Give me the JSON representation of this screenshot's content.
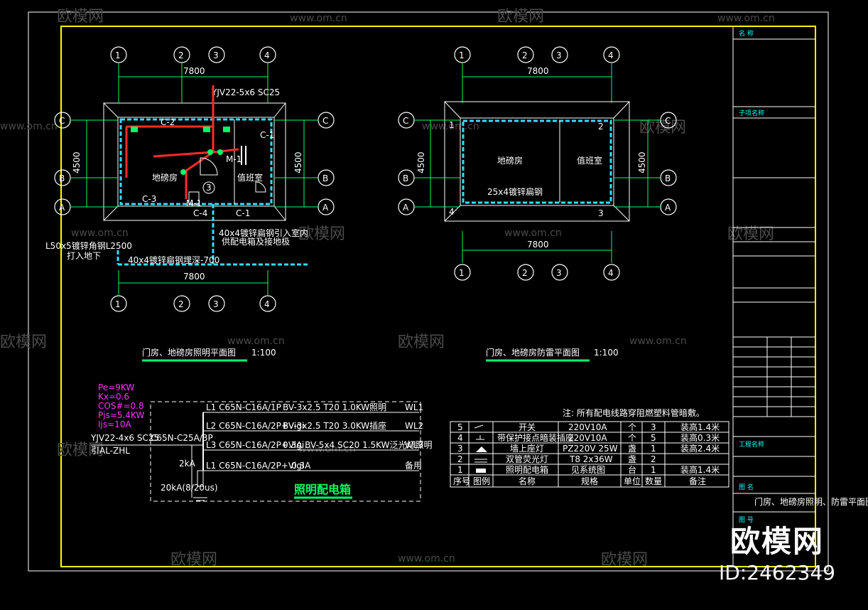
{
  "watermark": {
    "brand": "欧模网",
    "site": "www.om.cn"
  },
  "badge": {
    "logo": "欧模网",
    "id": "ID:2462349"
  },
  "axes": {
    "n1": "1",
    "n2": "2",
    "n3": "3",
    "n4": "4",
    "a": "A",
    "b": "B",
    "c": "C"
  },
  "lighting": {
    "title": "门房、地磅房照明平面图",
    "scale": "1:100",
    "dim_top": "7800",
    "dim_bottom": "7800",
    "dim_left": "4500",
    "dim_right": "4500",
    "cable_in": "YJV22-5x6 SC25",
    "note_steel": "40x4镀锌扁钢引入室内",
    "note_steel2": "供配电箱及接地极",
    "angle_steel": "L50x5镀锌角钢L2500",
    "angle_steel2": "打入地下",
    "flat_steel": "40x4镀锌扁钢埋深-700",
    "rooms": {
      "r1": "地磅房",
      "r2": "值班室"
    },
    "labels": {
      "c2": "C-2",
      "c3": "C-3",
      "c4": "C-4",
      "c1": "C-1",
      "m1": "M-1",
      "m1b": "M-1",
      "s1": "C-1",
      "n3": "3"
    }
  },
  "lightning": {
    "title": "门房、地磅房防雷平面图",
    "scale": "1:100",
    "dim_top": "7800",
    "dim_bottom": "7800",
    "dim_left": "4500",
    "dim_right": "4500",
    "rooms": {
      "r1": "地磅房",
      "r2": "值班室"
    },
    "conductor": "25x4镀锌扁钢",
    "corners": {
      "c1": "1",
      "c2": "2",
      "c3": "3",
      "c4": "4"
    }
  },
  "panel": {
    "params": [
      "Pe=9KW",
      "Kx=0.6",
      "COS#=0.8",
      "Pjs=5.4KW",
      "Ijs=10A"
    ],
    "incoming": "YJV22-4x6 SC25",
    "main_breaker": "C65N-C25A/3P",
    "box_code": "引AL-ZHL",
    "circuits": [
      {
        "breaker": "L1 C65N-C16A/1P",
        "cable": "BV-3x2.5 T20 1.0KW照明",
        "id": "WL1"
      },
      {
        "breaker": "L2 C65N-C16A/2P+Vigi",
        "cable": "BV-3x2.5 T20 3.0KW插座",
        "id": "WL2"
      },
      {
        "breaker": "L3 C65N-C16A/2P+Vigi",
        "cable": "0.3A BV-5x4 SC20 1.5KW泛光灯照明",
        "id": "WL3"
      },
      {
        "breaker": "L1 C65N-C16A/2P+Vigi",
        "cable": "0.3A",
        "id": "备用"
      }
    ],
    "spd": "2kA",
    "spd2": "20kA(8/20us)",
    "title": "照明配电箱"
  },
  "legend": {
    "note": "注: 所有配电线路穿阻燃塑料管暗敷。",
    "rows": [
      {
        "no": "5",
        "name": "开关",
        "spec": "220V10A",
        "unit": "个",
        "qty": "3",
        "remark": "装高1.4米"
      },
      {
        "no": "4",
        "name": "带保护接点暗装插座",
        "spec": "220V10A",
        "unit": "个",
        "qty": "5",
        "remark": "装高0.3米"
      },
      {
        "no": "3",
        "name": "墙上座灯",
        "spec": "PZ220V 25W",
        "unit": "盏",
        "qty": "1",
        "remark": "装高2.4米"
      },
      {
        "no": "2",
        "name": "双管荧光灯",
        "spec": "T8 2x36W",
        "unit": "盏",
        "qty": "2",
        "remark": ""
      },
      {
        "no": "1",
        "name": "照明配电箱",
        "spec": "见系统图",
        "unit": "台",
        "qty": "1",
        "remark": "装高1.4米"
      }
    ],
    "header": {
      "no": "序号",
      "icon": "图例",
      "name": "名称",
      "spec": "规格",
      "unit": "单位",
      "qty": "数量",
      "remark": "备注"
    }
  },
  "title_block": {
    "r1": "名 称",
    "r2": "子项名称",
    "r3": "工程名称",
    "r4": "图 名",
    "r5": "门房、地磅房照明、防雷平面图",
    "r6": "图 号"
  },
  "colors": {
    "green": "#00ff66",
    "cyan": "#33ddff",
    "red": "#ff2a2a",
    "yellow": "#ffff00",
    "magenta": "#ff33ff"
  }
}
